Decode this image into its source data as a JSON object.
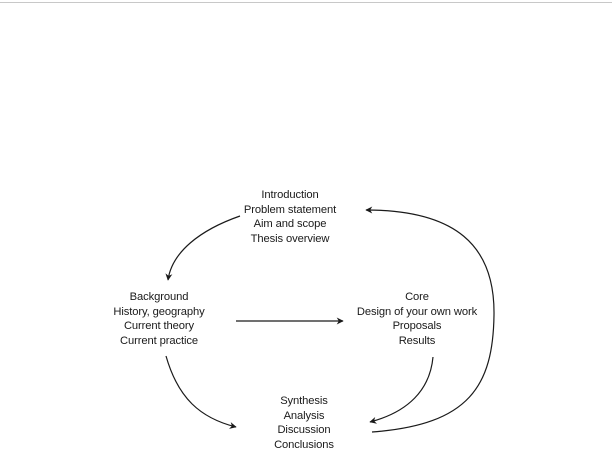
{
  "diagram": {
    "nodes": {
      "intro": {
        "lines": [
          "Introduction",
          "Problem statement",
          "Aim and scope",
          "Thesis overview"
        ]
      },
      "background": {
        "lines": [
          "Background",
          "History, geography",
          "Current theory",
          "Current practice"
        ]
      },
      "core": {
        "lines": [
          "Core",
          "Design of your own work",
          "Proposals",
          "Results"
        ]
      },
      "synthesis": {
        "lines": [
          "Synthesis",
          "Analysis",
          "Discussion",
          "Conclusions"
        ]
      }
    },
    "edges": [
      {
        "from": "intro",
        "to": "background"
      },
      {
        "from": "background",
        "to": "core"
      },
      {
        "from": "background",
        "to": "synthesis"
      },
      {
        "from": "core",
        "to": "synthesis"
      },
      {
        "from": "synthesis",
        "to": "intro"
      }
    ],
    "line_color": "#1a1a1a"
  }
}
